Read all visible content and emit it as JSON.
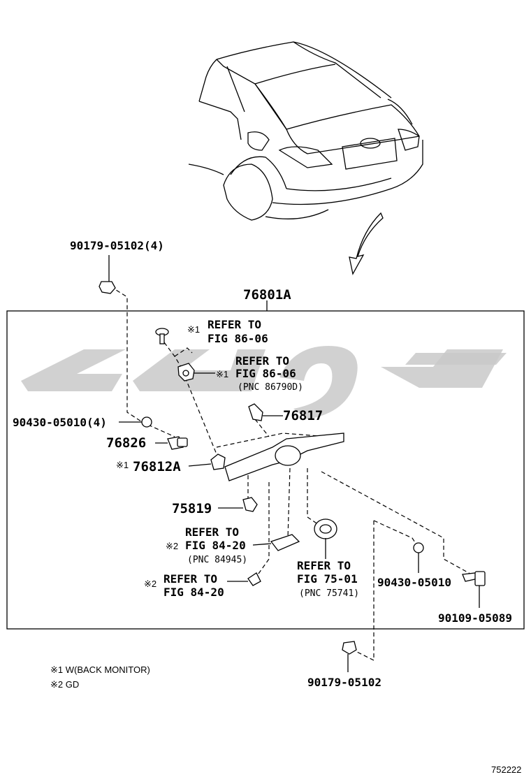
{
  "labels": {
    "bolt_top_left": "90179-05102(4)",
    "assembly": "76801A",
    "ref1_a": "REFER TO",
    "ref1_b": "FIG 86-06",
    "ref2_a": "REFER TO",
    "ref2_b": "FIG 86-06",
    "ref2_c": "(PNC 86790D)",
    "clip_76817": "76817",
    "nut_left": "90430-05010(4)",
    "screw_76826": "76826",
    "bracket_76812a": "76812A",
    "clip_75819": "75819",
    "ref3_a": "REFER TO",
    "ref3_b": "FIG 84-20",
    "ref3_c": "(PNC 84945)",
    "ref4_a": "REFER TO",
    "ref4_b": "FIG 84-20",
    "ref5_a": "REFER TO",
    "ref5_b": "FIG 75-01",
    "ref5_c": "(PNC 75741)",
    "nut_right": "90430-05010",
    "screw_right": "90109-05089",
    "bolt_bottom": "90179-05102",
    "mark1": "※1",
    "mark2": "※2",
    "footnote1": "※1 W(BACK MONITOR)",
    "footnote2": "※2 GD",
    "diagram_code": "752222"
  }
}
